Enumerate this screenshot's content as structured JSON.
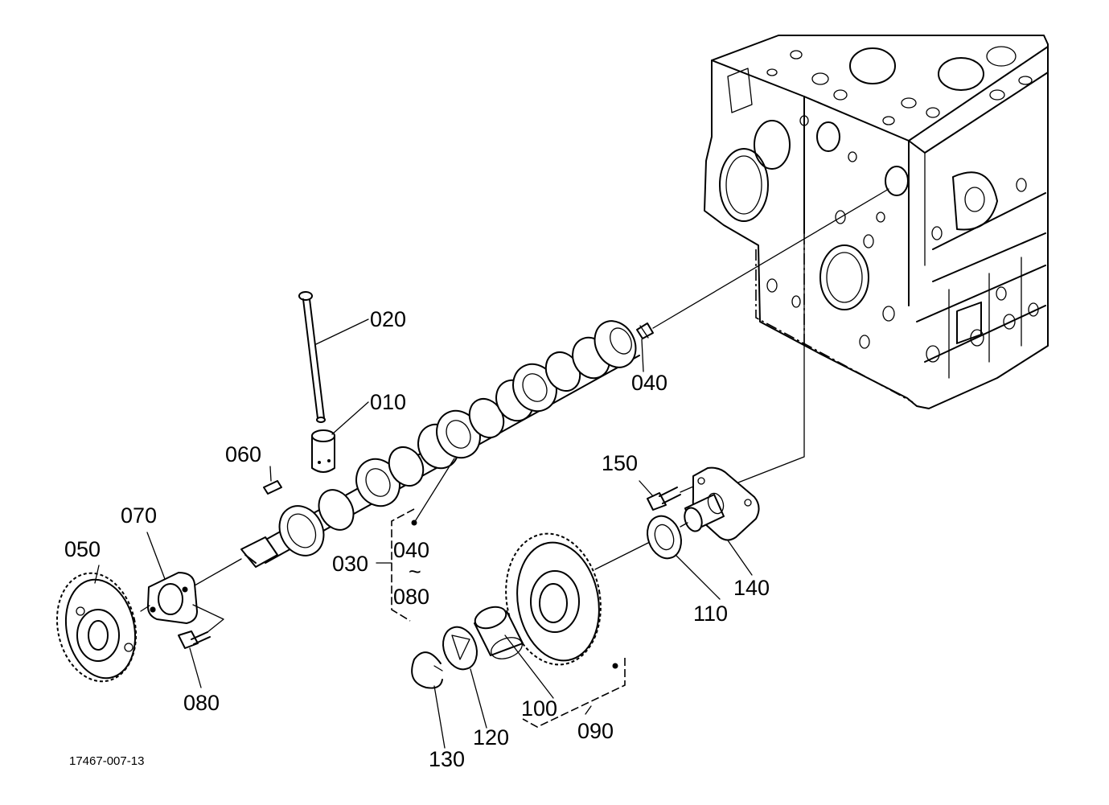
{
  "drawing_ref": "17467-007-13",
  "labels": {
    "p010": "010",
    "p020": "020",
    "p030": "030",
    "p040_top": "040",
    "p040_range_start": "040",
    "p040_range_tilde": "~",
    "p040_range_end": "080",
    "p050": "050",
    "p060": "060",
    "p070": "070",
    "p080": "080",
    "p090": "090",
    "p100": "100",
    "p110": "110",
    "p120": "120",
    "p130": "130",
    "p140": "140",
    "p150": "150"
  }
}
